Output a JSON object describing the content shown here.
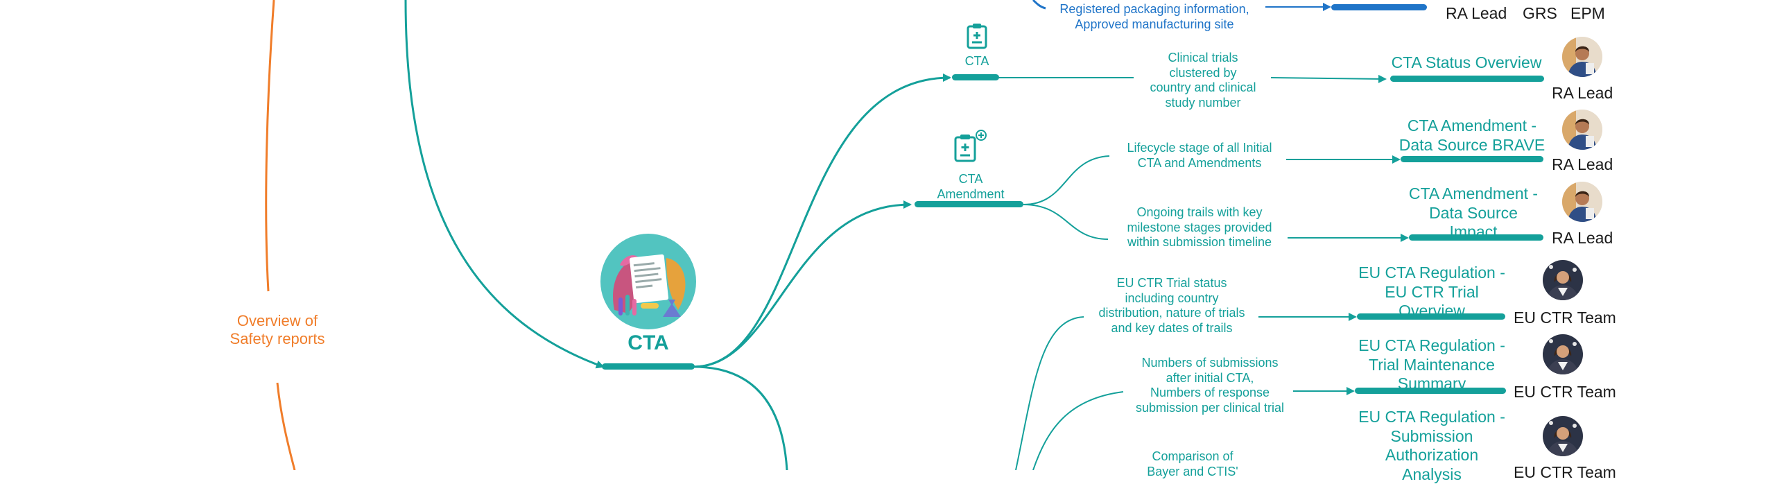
{
  "colors": {
    "teal": "#14a09a",
    "blue": "#1f74c8",
    "orange": "#f07d2a",
    "text": "#1b1b1b"
  },
  "left_branch": {
    "label_line1": "Overview of",
    "label_line2": "Safety reports"
  },
  "hub": {
    "title": "CTA"
  },
  "top_partial": {
    "desc_line1": "Registered packaging information,",
    "desc_line2": "Approved manufacturing site",
    "roles": [
      "RA Lead",
      "GRS",
      "EPM"
    ]
  },
  "branches": {
    "cta": {
      "icon": "clipboard-plus-icon",
      "label": "CTA"
    },
    "cta_amendment": {
      "icon": "clipboard-plus-circle-icon",
      "label_line1": "CTA",
      "label_line2": "Amendment"
    }
  },
  "leaves": [
    {
      "desc": [
        "Clinical trials",
        "clustered by",
        "country and clinical",
        "study number"
      ],
      "title": [
        "CTA Status Overview"
      ],
      "role": "RA Lead",
      "avatar": "man-avatar"
    },
    {
      "desc": [
        "Lifecycle stage of all Initial",
        "CTA and Amendments"
      ],
      "title": [
        "CTA Amendment -",
        "Data Source BRAVE"
      ],
      "role": "RA Lead",
      "avatar": "man-avatar"
    },
    {
      "desc": [
        "Ongoing trails with key",
        "milestone stages provided",
        "within submission timeline"
      ],
      "title": [
        "CTA Amendment -",
        "Data Source",
        "Impact"
      ],
      "role": "RA Lead",
      "avatar": "man-avatar"
    },
    {
      "desc": [
        "EU CTR Trial status",
        "including country",
        "distribution, nature of trials",
        "and key dates of trails"
      ],
      "title": [
        "EU CTA Regulation -",
        "EU CTR Trial",
        "Overview"
      ],
      "role": "EU CTR Team",
      "avatar": "woman-avatar"
    },
    {
      "desc": [
        "Numbers of submissions",
        "after initial CTA,",
        "Numbers of response",
        "submission per clinical trial"
      ],
      "title": [
        "EU CTA Regulation -",
        "Trial Maintenance",
        "Summary"
      ],
      "role": "EU CTR Team",
      "avatar": "woman-avatar"
    },
    {
      "desc": [
        "Comparison of",
        "Bayer and CTIS'"
      ],
      "title": [
        "EU CTA Regulation -",
        "Submission",
        "Authorization",
        "Analysis"
      ],
      "role": "EU CTR Team",
      "avatar": "woman-avatar"
    }
  ]
}
